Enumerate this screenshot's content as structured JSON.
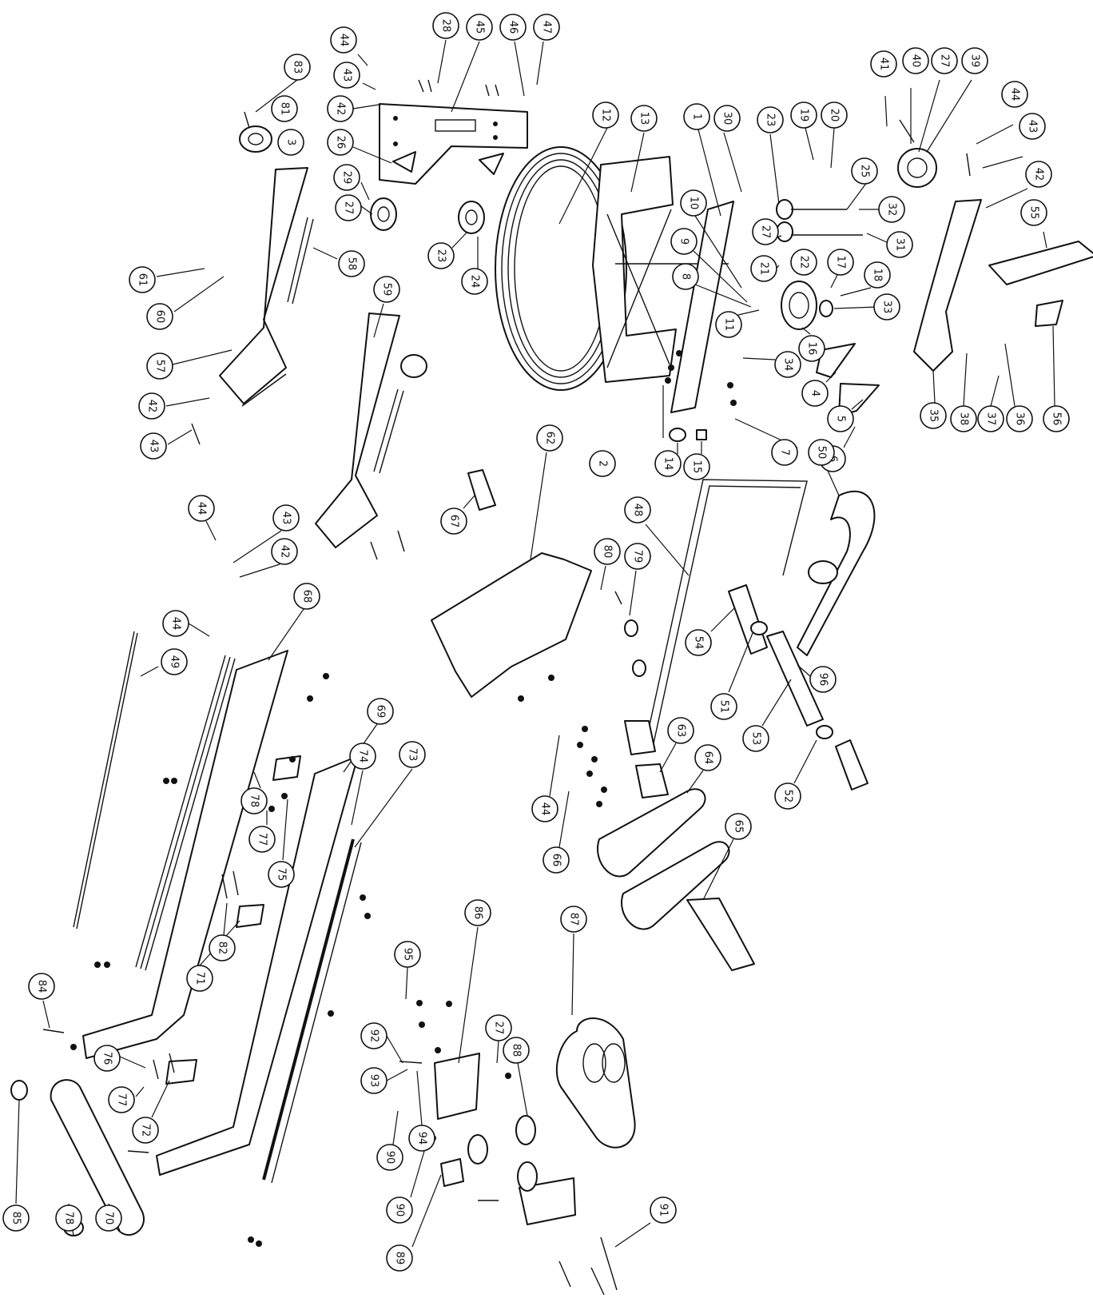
{
  "diagram": {
    "type": "exploded-parts-diagram",
    "callouts": [
      {
        "id": "c44a",
        "label": "44"
      },
      {
        "id": "c43a",
        "label": "43"
      },
      {
        "id": "c42a",
        "label": "42"
      },
      {
        "id": "c28",
        "label": "28"
      },
      {
        "id": "c45",
        "label": "45"
      },
      {
        "id": "c46",
        "label": "46"
      },
      {
        "id": "c47",
        "label": "47"
      },
      {
        "id": "c83",
        "label": "83"
      },
      {
        "id": "c81",
        "label": "81"
      },
      {
        "id": "c3",
        "label": "3"
      },
      {
        "id": "c26",
        "label": "26"
      },
      {
        "id": "c29",
        "label": "29"
      },
      {
        "id": "c27a",
        "label": "27"
      },
      {
        "id": "c23a",
        "label": "23"
      },
      {
        "id": "c24",
        "label": "24"
      },
      {
        "id": "c12",
        "label": "12"
      },
      {
        "id": "c13",
        "label": "13"
      },
      {
        "id": "c1",
        "label": "1"
      },
      {
        "id": "c30",
        "label": "30"
      },
      {
        "id": "c23b",
        "label": "23"
      },
      {
        "id": "c19",
        "label": "19"
      },
      {
        "id": "c20",
        "label": "20"
      },
      {
        "id": "c25",
        "label": "25"
      },
      {
        "id": "c32",
        "label": "32"
      },
      {
        "id": "c31",
        "label": "31"
      },
      {
        "id": "c10",
        "label": "10"
      },
      {
        "id": "c9",
        "label": "9"
      },
      {
        "id": "c8",
        "label": "8"
      },
      {
        "id": "c11",
        "label": "11"
      },
      {
        "id": "c27b",
        "label": "27"
      },
      {
        "id": "c21",
        "label": "21"
      },
      {
        "id": "c22",
        "label": "22"
      },
      {
        "id": "c17",
        "label": "17"
      },
      {
        "id": "c18",
        "label": "18"
      },
      {
        "id": "c33",
        "label": "33"
      },
      {
        "id": "c16",
        "label": "16"
      },
      {
        "id": "c34",
        "label": "34"
      },
      {
        "id": "c4",
        "label": "4"
      },
      {
        "id": "c5",
        "label": "5"
      },
      {
        "id": "c6",
        "label": "6"
      },
      {
        "id": "c7",
        "label": "7"
      },
      {
        "id": "c2",
        "label": "2"
      },
      {
        "id": "c14",
        "label": "14"
      },
      {
        "id": "c15",
        "label": "15"
      },
      {
        "id": "c41",
        "label": "41"
      },
      {
        "id": "c40",
        "label": "40"
      },
      {
        "id": "c27c",
        "label": "27"
      },
      {
        "id": "c39",
        "label": "39"
      },
      {
        "id": "c44b",
        "label": "44"
      },
      {
        "id": "c43b",
        "label": "43"
      },
      {
        "id": "c42b",
        "label": "42"
      },
      {
        "id": "c55",
        "label": "55"
      },
      {
        "id": "c56",
        "label": "56"
      },
      {
        "id": "c35",
        "label": "35"
      },
      {
        "id": "c38",
        "label": "38"
      },
      {
        "id": "c37",
        "label": "37"
      },
      {
        "id": "c36",
        "label": "36"
      },
      {
        "id": "c61",
        "label": "61"
      },
      {
        "id": "c60",
        "label": "60"
      },
      {
        "id": "c58",
        "label": "58"
      },
      {
        "id": "c57",
        "label": "57"
      },
      {
        "id": "c42c",
        "label": "42"
      },
      {
        "id": "c43c",
        "label": "43"
      },
      {
        "id": "c59",
        "label": "59"
      },
      {
        "id": "c67",
        "label": "67"
      },
      {
        "id": "c62",
        "label": "62"
      },
      {
        "id": "c80",
        "label": "80"
      },
      {
        "id": "c79",
        "label": "79"
      },
      {
        "id": "c48",
        "label": "48"
      },
      {
        "id": "c50",
        "label": "50"
      },
      {
        "id": "c54",
        "label": "54"
      },
      {
        "id": "c51",
        "label": "51"
      },
      {
        "id": "c96",
        "label": "96"
      },
      {
        "id": "c53",
        "label": "53"
      },
      {
        "id": "c52",
        "label": "52"
      },
      {
        "id": "c63",
        "label": "63"
      },
      {
        "id": "c64",
        "label": "64"
      },
      {
        "id": "c44c",
        "label": "44"
      },
      {
        "id": "c66",
        "label": "66"
      },
      {
        "id": "c65",
        "label": "65"
      },
      {
        "id": "c44d",
        "label": "44"
      },
      {
        "id": "c43d",
        "label": "43"
      },
      {
        "id": "c42d",
        "label": "42"
      },
      {
        "id": "c44e",
        "label": "44"
      },
      {
        "id": "c68",
        "label": "68"
      },
      {
        "id": "c49",
        "label": "49"
      },
      {
        "id": "c69",
        "label": "69"
      },
      {
        "id": "c74",
        "label": "74"
      },
      {
        "id": "c73",
        "label": "73"
      },
      {
        "id": "c78a",
        "label": "78"
      },
      {
        "id": "c77a",
        "label": "77"
      },
      {
        "id": "c75",
        "label": "75"
      },
      {
        "id": "c82",
        "label": "82"
      },
      {
        "id": "c71",
        "label": "71"
      },
      {
        "id": "c84",
        "label": "84"
      },
      {
        "id": "c76",
        "label": "76"
      },
      {
        "id": "c77b",
        "label": "77"
      },
      {
        "id": "c72",
        "label": "72"
      },
      {
        "id": "c85",
        "label": "85"
      },
      {
        "id": "c78b",
        "label": "78"
      },
      {
        "id": "c70",
        "label": "70"
      },
      {
        "id": "c95",
        "label": "95"
      },
      {
        "id": "c86",
        "label": "86"
      },
      {
        "id": "c87",
        "label": "87"
      },
      {
        "id": "c92",
        "label": "92"
      },
      {
        "id": "c27d",
        "label": "27"
      },
      {
        "id": "c88",
        "label": "88"
      },
      {
        "id": "c93",
        "label": "93"
      },
      {
        "id": "c94",
        "label": "94"
      },
      {
        "id": "c90a",
        "label": "90"
      },
      {
        "id": "c90b",
        "label": "90"
      },
      {
        "id": "c89",
        "label": "89"
      },
      {
        "id": "c91",
        "label": "91"
      }
    ]
  }
}
